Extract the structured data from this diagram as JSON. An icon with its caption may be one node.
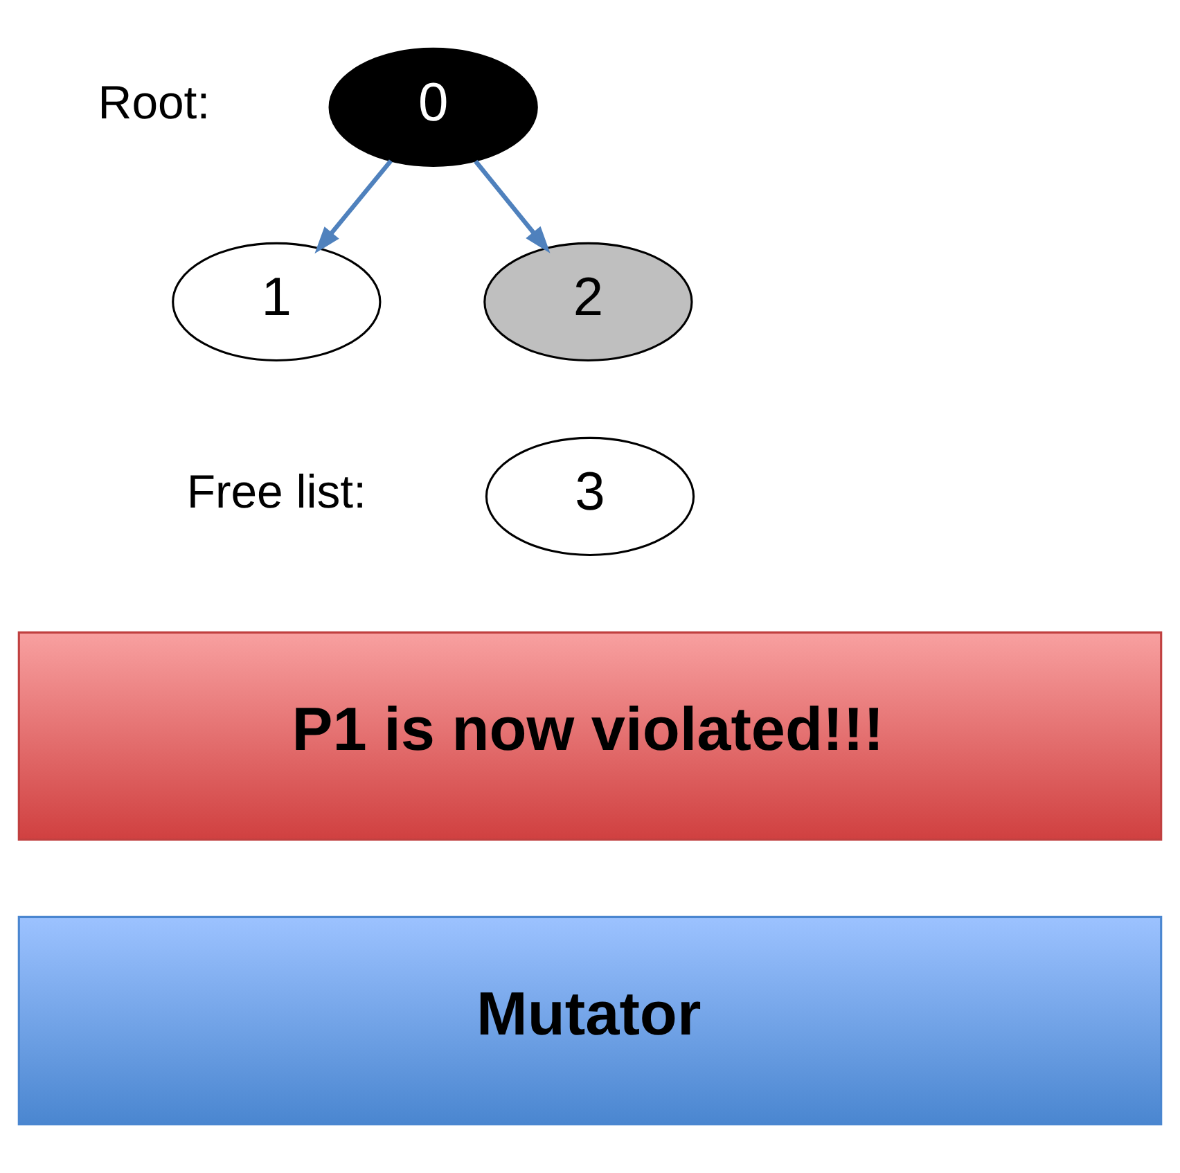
{
  "diagram": {
    "nodes": [
      {
        "text": [
          "0"
        ]
      },
      {
        "text": [
          "1"
        ]
      },
      {
        "text": [
          "2"
        ]
      },
      {
        "text": [
          "3"
        ]
      },
      {
        "text": [
          "P1 is now violated!!!"
        ]
      },
      {
        "text": [
          "Mutator"
        ]
      }
    ],
    "edges": [
      {
        "from": 0,
        "to": 1,
        "arrow": "to"
      },
      {
        "from": 0,
        "to": 2,
        "arrow": "to"
      }
    ],
    "labels": [
      "Root:",
      "Free list:"
    ]
  }
}
